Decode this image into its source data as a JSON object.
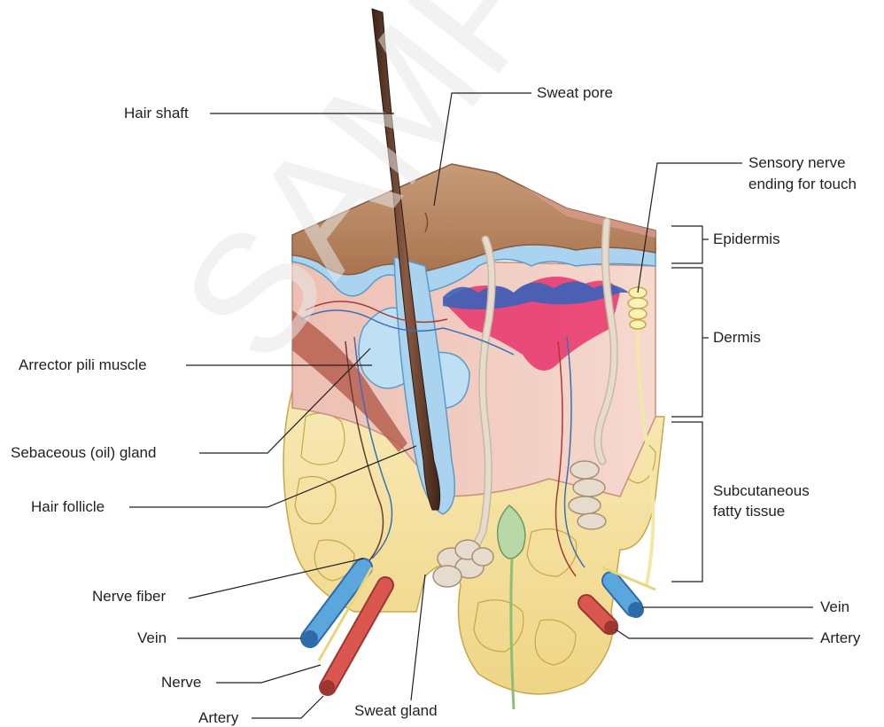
{
  "watermark": "SAMPLE",
  "labels": {
    "hair_shaft": "Hair shaft",
    "sweat_pore": "Sweat pore",
    "sensory_nerve_line1": "Sensory nerve",
    "sensory_nerve_line2": "ending for touch",
    "epidermis": "Epidermis",
    "dermis": "Dermis",
    "arrector_pili": "Arrector pili muscle",
    "sebaceous_gland": "Sebaceous (oil) gland",
    "hair_follicle": "Hair follicle",
    "subcutaneous_line1": "Subcutaneous",
    "subcutaneous_line2": "fatty tissue",
    "nerve_fiber": "Nerve fiber",
    "vein_left": "Vein",
    "nerve": "Nerve",
    "artery_left": "Artery",
    "sweat_gland": "Sweat gland",
    "vein_right": "Vein",
    "artery_right": "Artery"
  },
  "colors": {
    "epidermis_surface": "#b98c67",
    "dermis": "#f3cfc4",
    "basal_layer": "#a9d3ee",
    "fat": "#f6e2a2",
    "vein": "#5ba7dd",
    "artery": "#d9574f",
    "hair": "#5a3a2a",
    "leader_line": "#231f20"
  }
}
